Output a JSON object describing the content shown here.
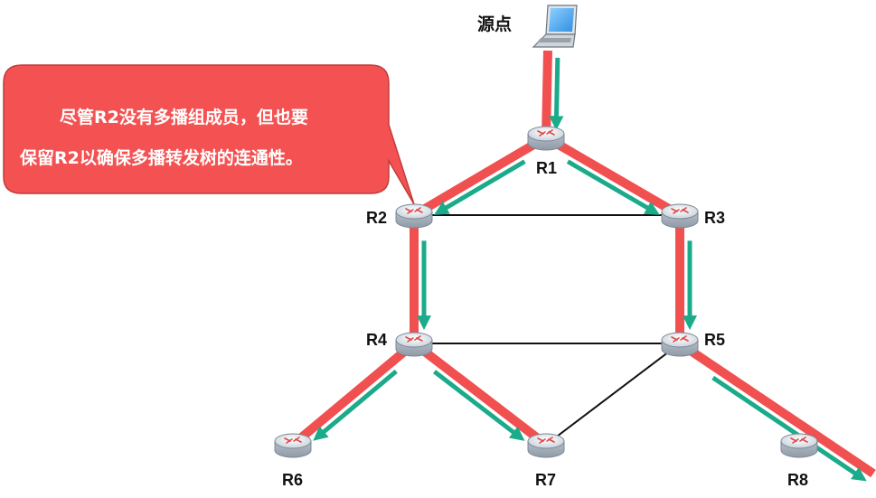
{
  "source": {
    "label": "源点",
    "icon": "laptop-icon"
  },
  "routers": [
    {
      "id": "R1",
      "label": "R1"
    },
    {
      "id": "R2",
      "label": "R2"
    },
    {
      "id": "R3",
      "label": "R3"
    },
    {
      "id": "R4",
      "label": "R4"
    },
    {
      "id": "R5",
      "label": "R5"
    },
    {
      "id": "R6",
      "label": "R6"
    },
    {
      "id": "R7",
      "label": "R7"
    },
    {
      "id": "R8",
      "label": "R8"
    }
  ],
  "links": [
    [
      "src",
      "R1"
    ],
    [
      "R1",
      "R2"
    ],
    [
      "R1",
      "R3"
    ],
    [
      "R2",
      "R3"
    ],
    [
      "R2",
      "R4"
    ],
    [
      "R3",
      "R5"
    ],
    [
      "R4",
      "R5"
    ],
    [
      "R4",
      "R6"
    ],
    [
      "R4",
      "R7"
    ],
    [
      "R5",
      "R7"
    ],
    [
      "R5",
      "R8"
    ]
  ],
  "multicast_tree": [
    [
      "src",
      "R1"
    ],
    [
      "R1",
      "R2"
    ],
    [
      "R1",
      "R3"
    ],
    [
      "R2",
      "R4"
    ],
    [
      "R3",
      "R5"
    ],
    [
      "R4",
      "R6"
    ],
    [
      "R4",
      "R7"
    ],
    [
      "R5",
      "R8"
    ]
  ],
  "callout": {
    "line1": "尽管R2没有多播组成员，但也要",
    "line2": "保留R2以确保多播转发树的连通性。"
  },
  "colors": {
    "tree": "#f0504f",
    "arrow": "#1bab8a",
    "callout_fill": "#f45252",
    "callout_stroke": "#c23b3b",
    "link": "#111111"
  }
}
